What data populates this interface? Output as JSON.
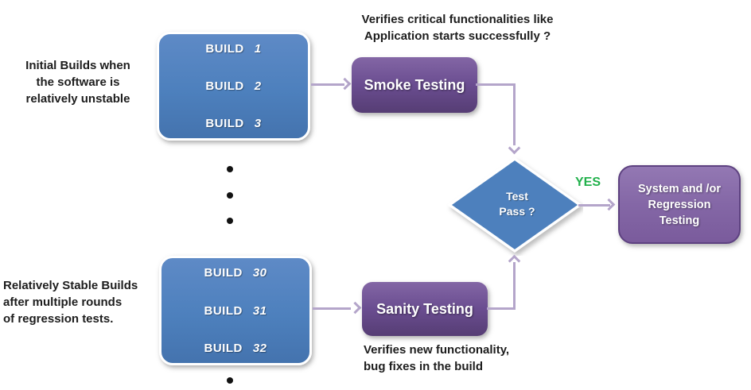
{
  "colors": {
    "build_box_blue": "#4d80bd",
    "process_box_purple": "#6a4d90",
    "result_box_purple": "#8467a6",
    "connector_lavender": "#b4a5ca",
    "yes_green": "#22b14c",
    "annotation_text": "#1d1d1d"
  },
  "annotations": {
    "initial_builds": [
      "Initial Builds when",
      "the software is",
      "relatively unstable"
    ],
    "stable_builds": [
      "Relatively Stable Builds",
      "after multiple rounds",
      "of regression tests."
    ],
    "smoke_caption": [
      "Verifies critical functionalities like",
      "Application starts successfully ?"
    ],
    "sanity_caption": [
      "Verifies new functionality,",
      "bug fixes in the build"
    ]
  },
  "build_box_top": {
    "rows": [
      {
        "word": "BUILD",
        "num": "1"
      },
      {
        "word": "BUILD",
        "num": "2"
      },
      {
        "word": "BUILD",
        "num": "3"
      }
    ]
  },
  "build_box_bottom": {
    "rows": [
      {
        "word": "BUILD",
        "num": "30"
      },
      {
        "word": "BUILD",
        "num": "31"
      },
      {
        "word": "BUILD",
        "num": "32"
      }
    ]
  },
  "process": {
    "smoke": "Smoke Testing",
    "sanity": "Sanity Testing"
  },
  "decision": {
    "lines": [
      "Test",
      "Pass ?"
    ],
    "yes_label": "YES"
  },
  "result_box": {
    "lines": [
      "System and /or",
      "Regression",
      "Testing"
    ]
  }
}
